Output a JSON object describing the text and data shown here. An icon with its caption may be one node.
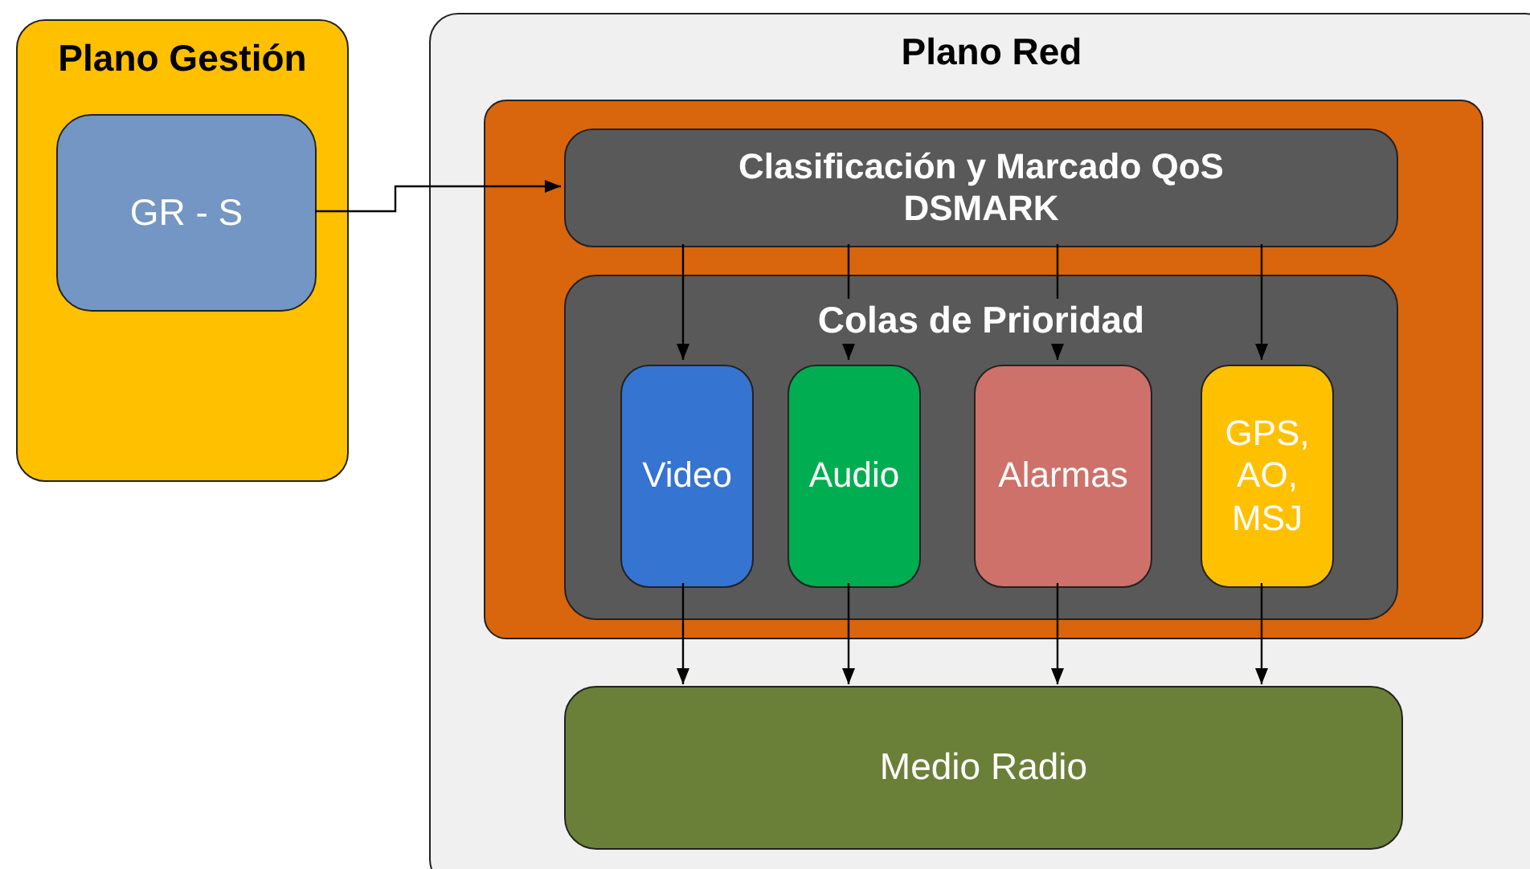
{
  "diagram": {
    "nodes": [
      {
        "text": [
          "Plano Gestión"
        ]
      },
      {
        "text": [
          "GR - S"
        ],
        "in": 0
      },
      {
        "text": [
          "Plano Red"
        ]
      },
      {
        "text": [],
        "shape": "box",
        "in": 2
      },
      {
        "text": [
          "Clasificación y Marcado QoS DSMARK"
        ],
        "in": 3
      },
      {
        "text": [
          "Colas de Prioridad"
        ],
        "in": 3
      },
      {
        "text": [
          "Video"
        ],
        "in": 5
      },
      {
        "text": [
          "Audio"
        ],
        "in": 5
      },
      {
        "text": [
          "Alarmas"
        ],
        "in": 5
      },
      {
        "text": [
          "GPS, AO, MSJ"
        ],
        "in": 5
      },
      {
        "text": [
          "Medio Radio"
        ],
        "in": 2
      }
    ],
    "edges": [
      {
        "from": 1,
        "to": 4,
        "arrow": "to"
      },
      {
        "from": 4,
        "to": 6,
        "arrow": "to"
      },
      {
        "from": 4,
        "to": 7,
        "arrow": "to"
      },
      {
        "from": 4,
        "to": 8,
        "arrow": "to"
      },
      {
        "from": 4,
        "to": 9,
        "arrow": "to"
      },
      {
        "from": 6,
        "to": 10,
        "arrow": "to"
      },
      {
        "from": 7,
        "to": 10,
        "arrow": "to"
      },
      {
        "from": 8,
        "to": 10,
        "arrow": "to"
      },
      {
        "from": 9,
        "to": 10,
        "arrow": "to"
      }
    ]
  }
}
